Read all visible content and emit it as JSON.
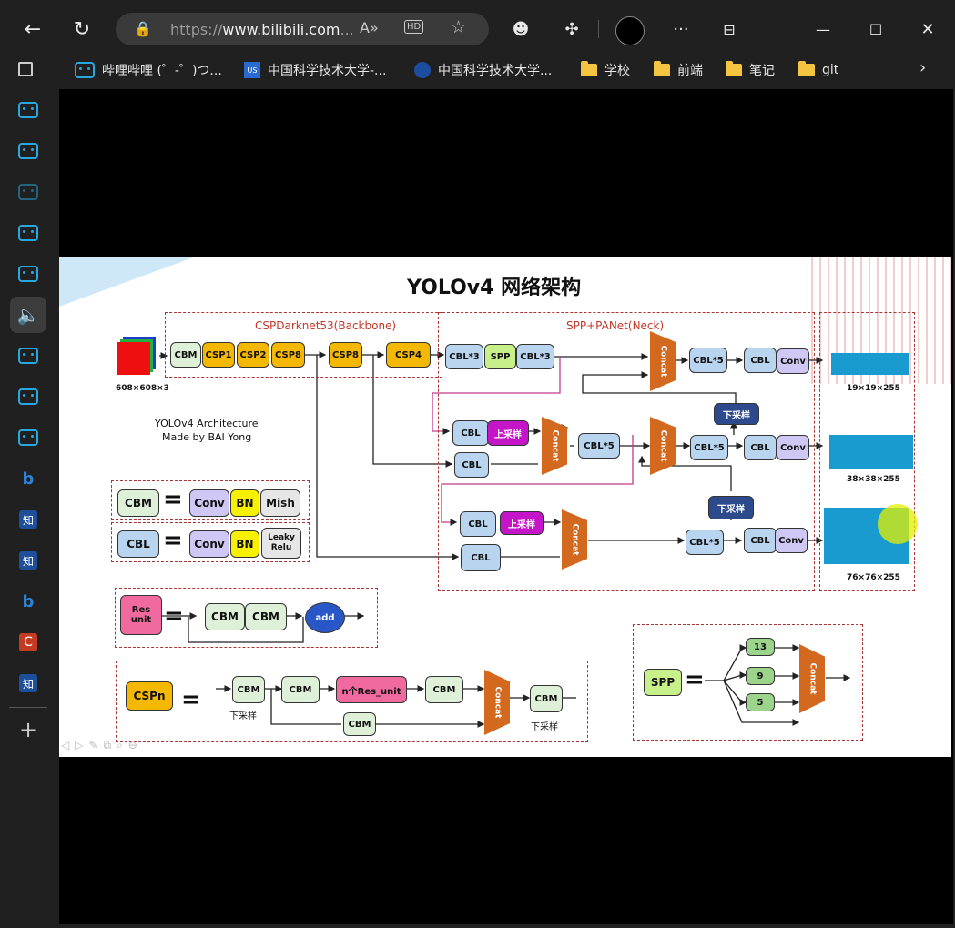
{
  "browser": {
    "url_prefix": "https://",
    "url_domain": "www.bilibili.com",
    "url_suffix": "...",
    "window_controls": [
      "—",
      "☐",
      "✕"
    ]
  },
  "favorites": [
    {
      "label": "哔哩哔哩 (゜-゜)つ...",
      "icon": "bilibili-icon"
    },
    {
      "label": "中国科学技术大学-...",
      "icon": "ustc-icon"
    },
    {
      "label": "中国科学技术大学...",
      "icon": "ustc-seal-icon"
    },
    {
      "label": "学校",
      "icon": "folder-icon"
    },
    {
      "label": "前端",
      "icon": "folder-icon"
    },
    {
      "label": "笔记",
      "icon": "folder-icon"
    },
    {
      "label": "git",
      "icon": "folder-icon"
    }
  ],
  "sidebar_icons": [
    "bilibili-icon",
    "bilibili-icon",
    "bilibili-icon",
    "bilibili-icon",
    "bilibili-icon",
    "speaker-icon",
    "bilibili-icon",
    "bilibili-icon",
    "bilibili-icon",
    "bing-icon",
    "zhihu-icon",
    "zhihu-icon",
    "bing-icon",
    "csdn-icon",
    "zhihu-icon",
    "plus-icon"
  ],
  "slide": {
    "title": "YOLOv4 网络架构",
    "backbone_label": "CSPDarknet53(Backbone)",
    "neck_label": "SPP+PANet(Neck)",
    "input_label": "608×608×3",
    "architecture_line1": "YOLOv4 Architecture",
    "architecture_line2": "Made by BAI Yong",
    "backbone_blocks": [
      "CBM",
      "CSP1",
      "CSP2",
      "CSP8",
      "CSP8",
      "CSP4"
    ],
    "neck_top": [
      "CBL*3",
      "SPP",
      "CBL*3"
    ],
    "cbl": "CBL",
    "cbl5": "CBL*5",
    "conv": "Conv",
    "concat": "Concat",
    "upsample": "上采样",
    "downsample": "下采样",
    "outputs": [
      "19×19×255",
      "38×38×255",
      "76×76×255"
    ],
    "legend": {
      "cbm": "CBM",
      "cbl": "CBL",
      "conv": "Conv",
      "bn": "BN",
      "mish": "Mish",
      "leaky1": "Leaky",
      "leaky2": "Relu",
      "res1": "Res",
      "res2": "unit",
      "add": "add",
      "cspn": "CSPn",
      "res_unit_n": "n个Res_unit",
      "spp": "SPP",
      "spp_sizes": [
        "13",
        "9",
        "5"
      ]
    }
  }
}
